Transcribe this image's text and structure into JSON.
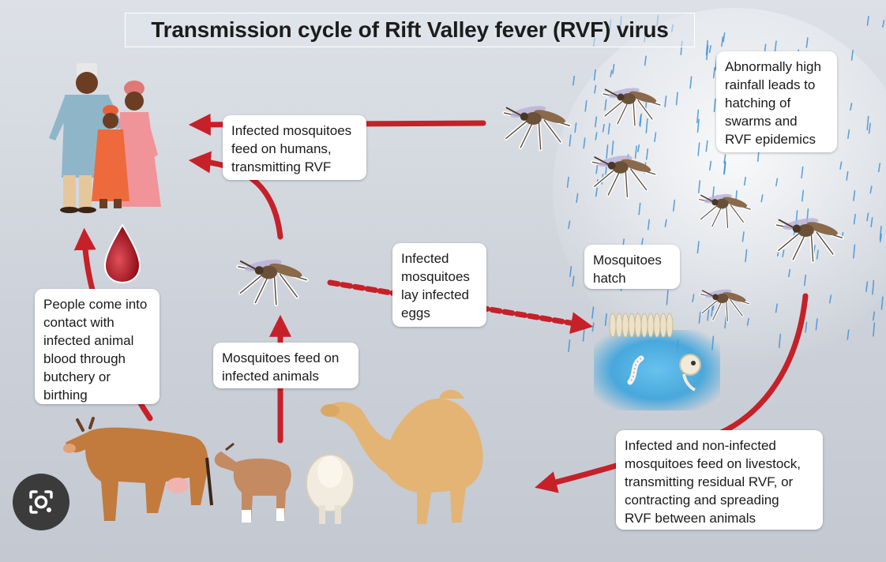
{
  "title": "Transmission cycle of Rift Valley fever (RVF) virus",
  "labels": {
    "rainfall": "Abnormally high\nrainfall leads to\nhatching of\nswarms and\nRVF epidemics",
    "feed_humans": "Infected mosquitoes\nfeed on humans,\ntransmitting RVF",
    "lay_eggs": "Infected\nmosquitoes\nlay infected\neggs",
    "hatch": "Mosquitoes\nhatch",
    "contact": "People come into\ncontact with\ninfected animal\nblood through\nbutchery or\nbirthing",
    "feed_animals": "Mosquitoes feed on\ninfected animals",
    "livestock": "Infected and non-infected\nmosquitoes feed on livestock,\ntransmitting residual RVF, or\ncontracting and spreading\nRVF between animals"
  },
  "colors": {
    "arrow": "#c62028",
    "rain": "#3a8fd4",
    "water": "#3aa3dc",
    "mosquito": "#8a6a4a"
  },
  "icons": [
    "people-icon",
    "blood-drop-icon",
    "mosquito-icon",
    "egg-raft-icon",
    "larva-icon",
    "pupa-icon",
    "cow-icon",
    "goat-icon",
    "sheep-icon",
    "camel-icon",
    "lens-search-icon"
  ]
}
